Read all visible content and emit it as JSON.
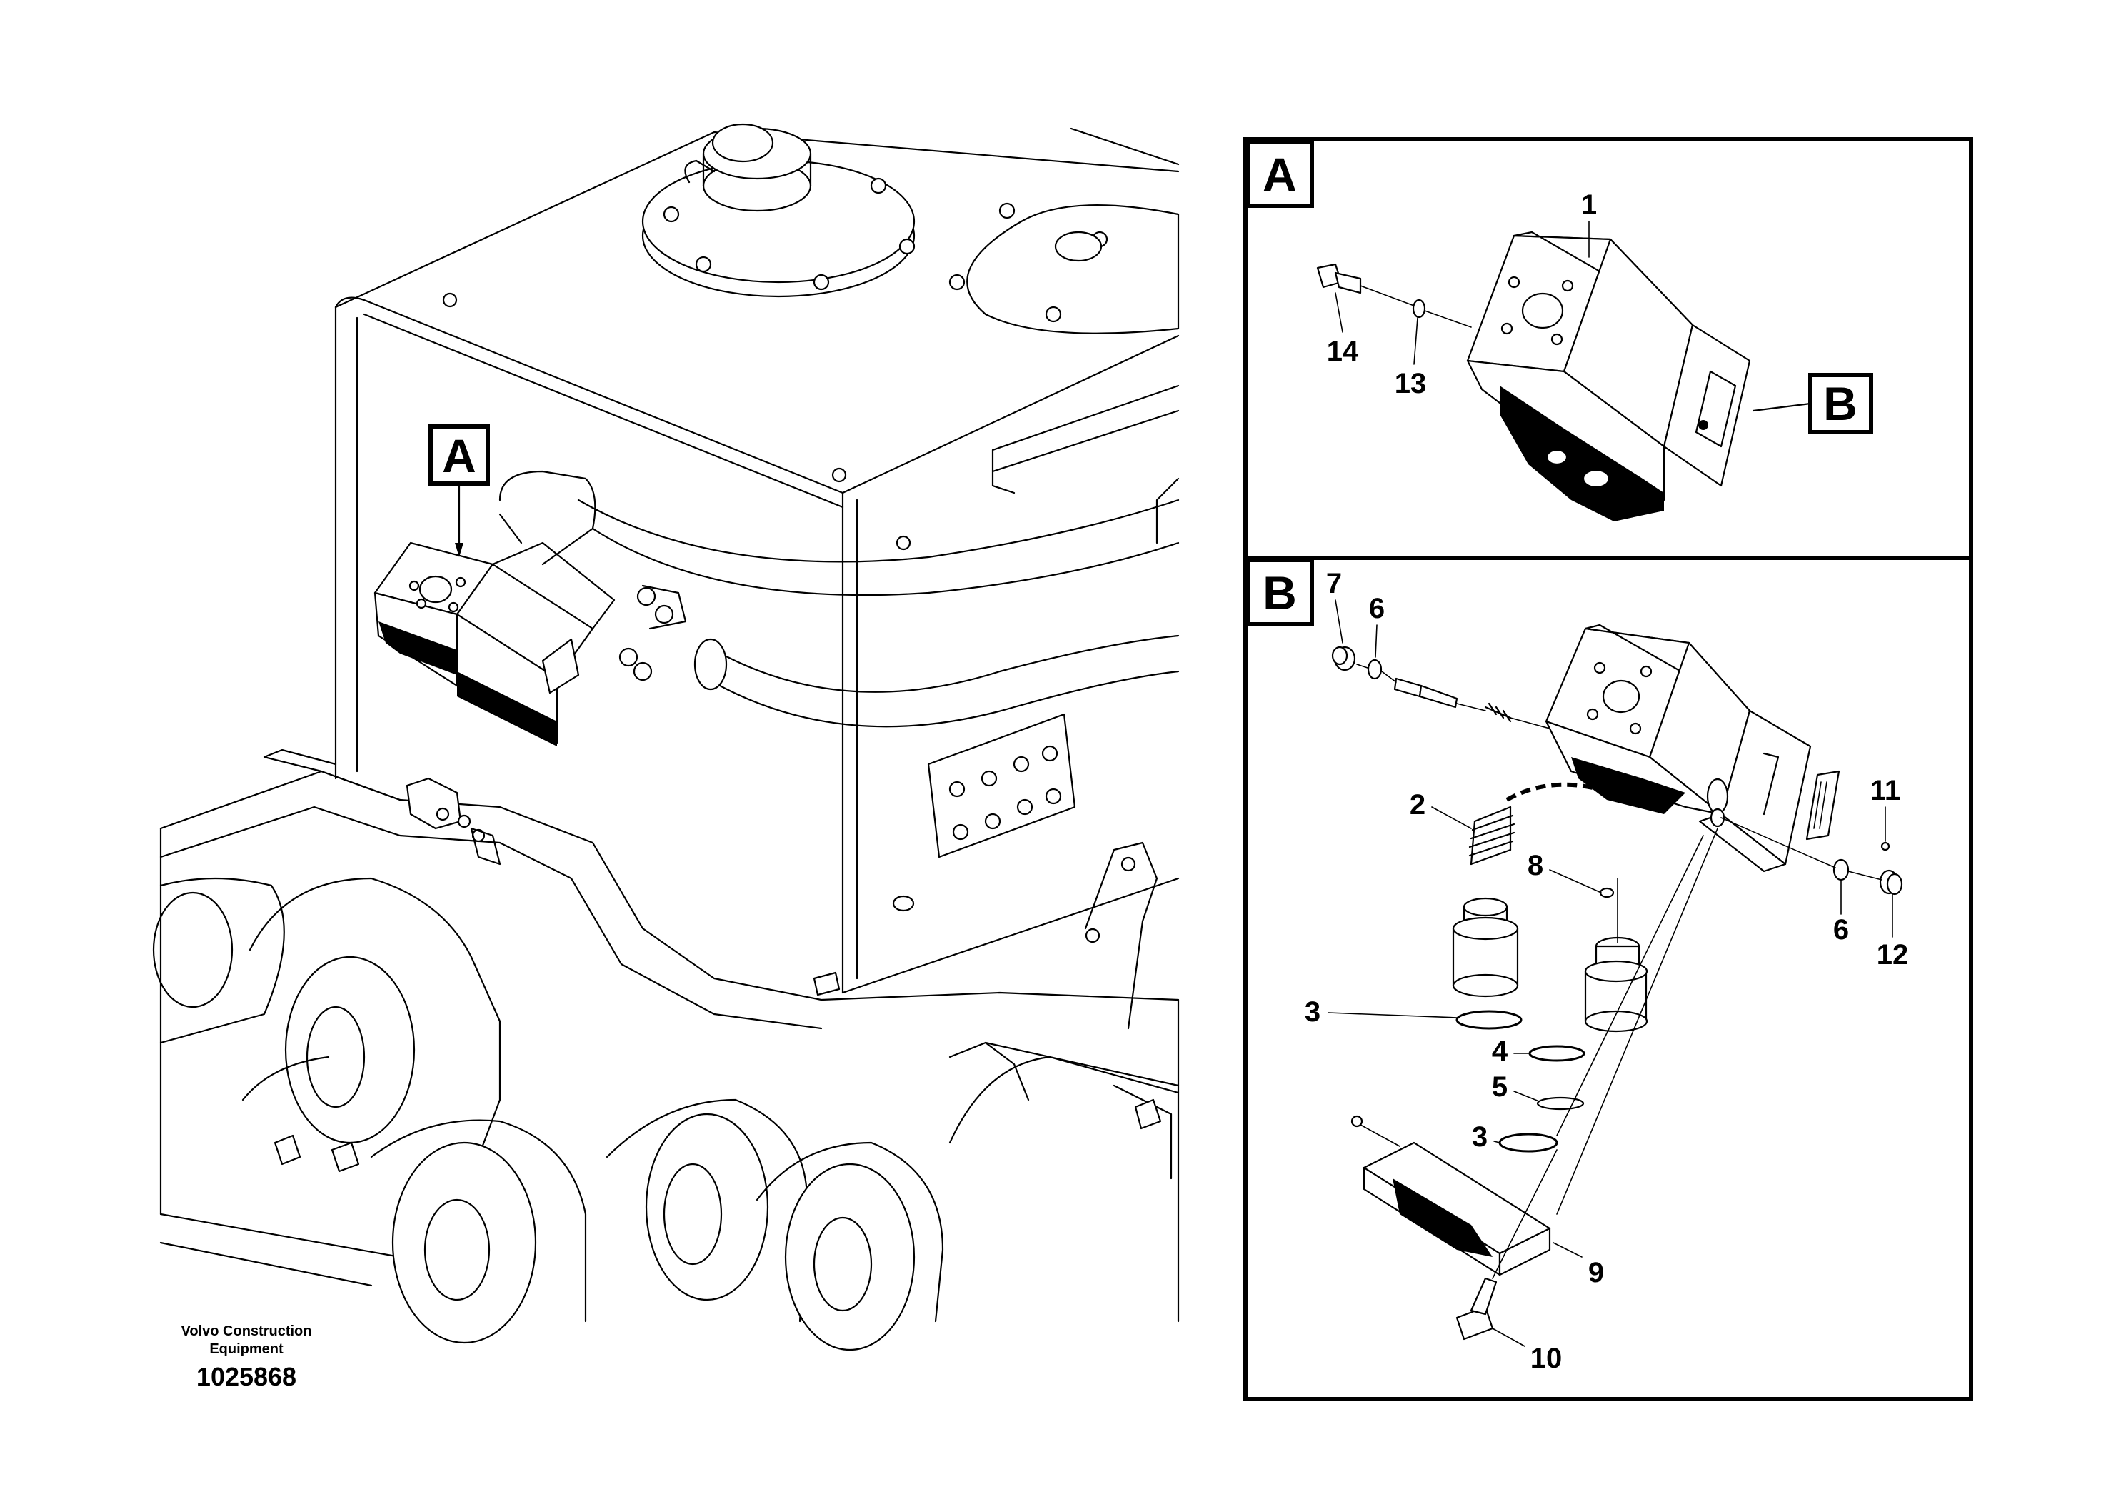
{
  "footer": {
    "company_line1": "Volvo Construction",
    "company_line2": "Equipment",
    "drawing_number": "1025868"
  },
  "main_view": {
    "callout_a": "A"
  },
  "panel_a": {
    "title": "A",
    "callouts": {
      "p1": "1",
      "p13": "13",
      "p14": "14",
      "ref_b": "B"
    }
  },
  "panel_b": {
    "title": "B",
    "callouts": {
      "p2": "2",
      "p3a": "3",
      "p3b": "3",
      "p4": "4",
      "p5": "5",
      "p6a": "6",
      "p6b": "6",
      "p7": "7",
      "p8": "8",
      "p9": "9",
      "p10": "10",
      "p11": "11",
      "p12": "12"
    }
  }
}
